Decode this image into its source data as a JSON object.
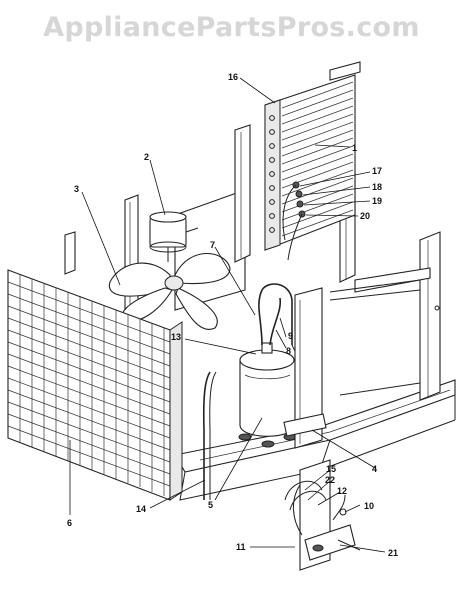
{
  "watermark": {
    "text": "AppliancePartsPros.com"
  },
  "callouts": {
    "c1": "1",
    "c2": "2",
    "c3": "3",
    "c4": "4",
    "c5": "5",
    "c6": "6",
    "c7": "7",
    "c8": "8",
    "c9": "9",
    "c10": "10",
    "c11": "11",
    "c12": "12",
    "c13": "13",
    "c14": "14",
    "c15": "15",
    "c16": "16",
    "c17": "17",
    "c18": "18",
    "c19": "19",
    "c20": "20",
    "c21": "21",
    "c22": "22"
  }
}
